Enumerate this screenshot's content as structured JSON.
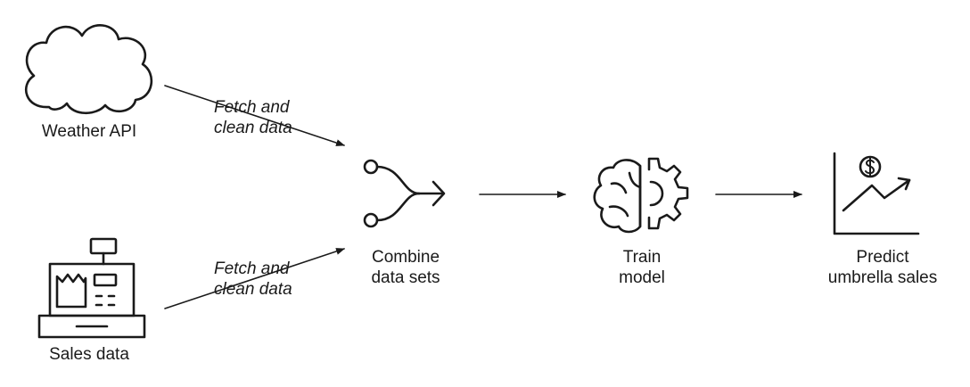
{
  "nodes": {
    "weather": {
      "label": "Weather API",
      "icon": "cloud-icon"
    },
    "sales": {
      "label": "Sales data",
      "icon": "cash-register-icon"
    },
    "combine": {
      "line1": "Combine",
      "line2": "data sets",
      "icon": "merge-icon"
    },
    "train": {
      "line1": "Train",
      "line2": "model",
      "icon": "brain-gear-icon"
    },
    "predict": {
      "line1": "Predict",
      "line2": "umbrella sales",
      "icon": "growth-chart-dollar-icon"
    }
  },
  "edges": {
    "weather_to_combine": {
      "line1": "Fetch and",
      "line2": "clean data"
    },
    "sales_to_combine": {
      "line1": "Fetch and",
      "line2": "clean data"
    }
  },
  "colors": {
    "stroke": "#1a1a1a",
    "background": "#ffffff"
  }
}
